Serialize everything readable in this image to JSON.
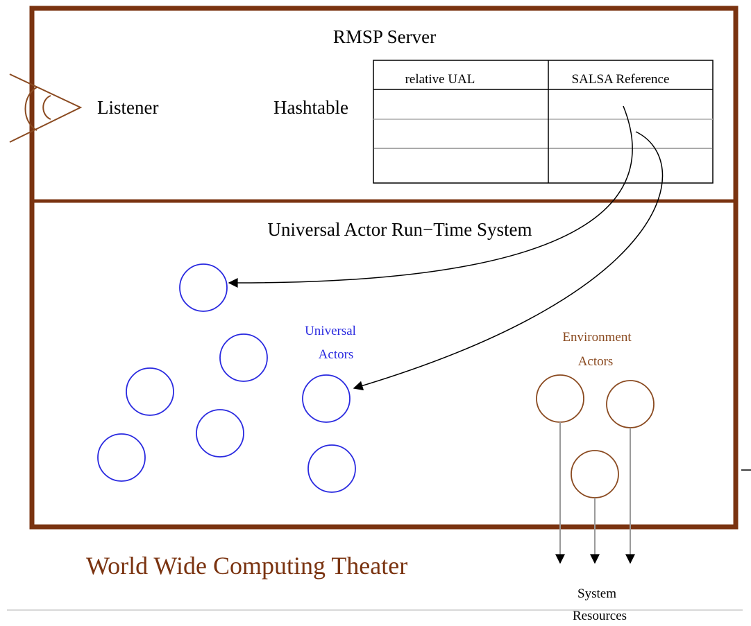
{
  "diagram": {
    "server_title": "RMSP Server",
    "listener_label": "Listener",
    "hashtable_label": "Hashtable",
    "table": {
      "headers": [
        "relative UAL",
        "SALSA Reference"
      ],
      "row_count": 3
    },
    "runtime_title": "Universal Actor Run−Time System",
    "universal_actors_label": [
      "Universal",
      "Actors"
    ],
    "environment_actors_label": [
      "Environment",
      "Actors"
    ],
    "system_resources_label": [
      "System",
      "Resources"
    ],
    "theater_title": "World Wide Computing Theater",
    "colors": {
      "frame": "#7a3310",
      "universal": "#2a2ae0",
      "environment": "#8a4a20",
      "arrow": "#000000",
      "resource_line": "#9a9a9a"
    }
  }
}
